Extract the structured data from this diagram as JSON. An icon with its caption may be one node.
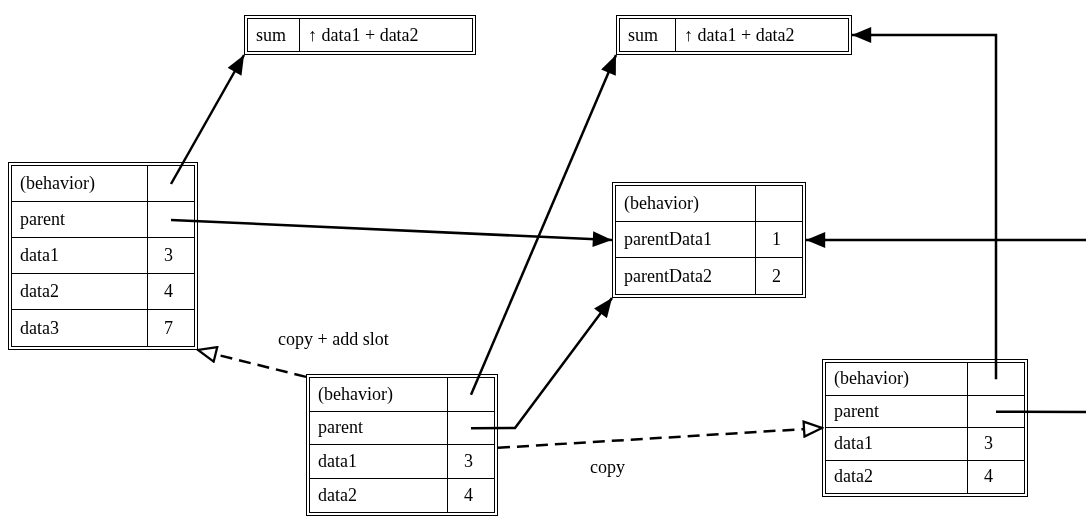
{
  "diagram": {
    "nodes": [
      {
        "text": [
          "sum",
          "↑ data1 + data2"
        ]
      },
      {
        "text": [
          "sum",
          "↑ data1 + data2"
        ]
      },
      {
        "text": [
          "(behavior)",
          "parent",
          "data1",
          "3",
          "data2",
          "4",
          "data3",
          "7"
        ]
      },
      {
        "text": [],
        "shape": "box",
        "in": 2
      },
      {
        "text": [],
        "shape": "box",
        "in": 2
      },
      {
        "text": [
          "(behavior)",
          "parentData1",
          "1",
          "parentData2",
          "2"
        ]
      },
      {
        "text": [
          "(behavior)",
          "parent",
          "data1",
          "3",
          "data2",
          "4"
        ]
      },
      {
        "text": [],
        "shape": "box",
        "in": 6
      },
      {
        "text": [],
        "shape": "box",
        "in": 6
      },
      {
        "text": [
          "(behavior)",
          "parent",
          "data1",
          "3",
          "data2",
          "4"
        ]
      },
      {
        "text": [],
        "shape": "box",
        "in": 9
      },
      {
        "text": [],
        "shape": "box",
        "in": 9
      }
    ],
    "edges": [
      {
        "from": 3,
        "to": 0,
        "arrow": "to"
      },
      {
        "from": 4,
        "to": 5,
        "arrow": "to"
      },
      {
        "from": 7,
        "to": 1,
        "arrow": "to"
      },
      {
        "from": 8,
        "to": 5,
        "arrow": "to"
      },
      {
        "from": 6,
        "to": 2,
        "arrow": "to",
        "style": "dashed",
        "label": "copy + add slot"
      },
      {
        "from": 6,
        "to": 9,
        "arrow": "to",
        "style": "dashed",
        "label": "copy"
      },
      {
        "from": 10,
        "to": 1,
        "arrow": "to"
      },
      {
        "from": null,
        "to": 5,
        "arrow": "to"
      },
      {
        "from": 11,
        "to": null,
        "arrow": "none"
      }
    ]
  }
}
